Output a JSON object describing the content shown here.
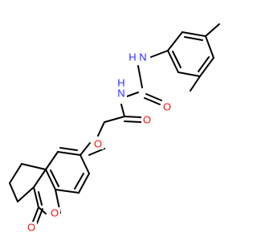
{
  "atom_labels": {
    "nh_top": "N",
    "nh_top_h": "H",
    "nh_mid": "N",
    "nh_mid_h": "H",
    "o_urea": "O",
    "o_amide": "O",
    "o_ether": "O",
    "o_ring": "O",
    "o_lactone": "O"
  },
  "colors": {
    "carbon_bond": "#000000",
    "oxygen": "#ff0d0d",
    "nitrogen": "#2a2aff",
    "background": "#ffffff"
  }
}
